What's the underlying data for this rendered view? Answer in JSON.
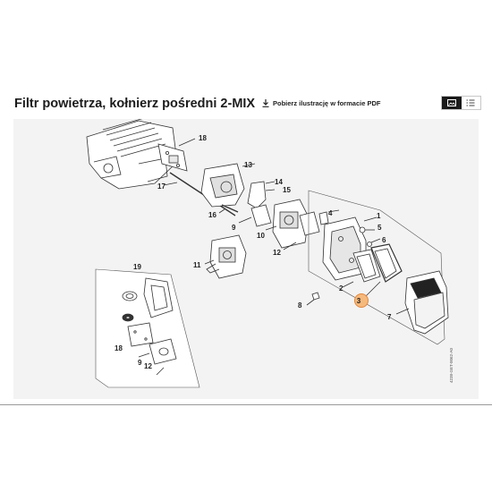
{
  "header": {
    "title": "Filtr powietrza, kołnierz pośredni 2-MIX",
    "download_label": "Pobierz ilustrację w formacie PDF",
    "download_icon": "download-icon",
    "view_icons": [
      "image-view-icon",
      "list-view-icon"
    ]
  },
  "diagram": {
    "labels": [
      "18",
      "13",
      "17",
      "14",
      "15",
      "16",
      "9",
      "10",
      "11",
      "12",
      "4",
      "1",
      "5",
      "6",
      "2",
      "3",
      "7",
      "8",
      "19",
      "18",
      "9",
      "12"
    ],
    "highlighted_part": "3",
    "highlight_color": "#f6b97c",
    "drawing_code": "4238-GET-0062-A0"
  },
  "colors": {
    "accent": "#1a1a1a",
    "panel_bg": "#f3f3f3"
  }
}
